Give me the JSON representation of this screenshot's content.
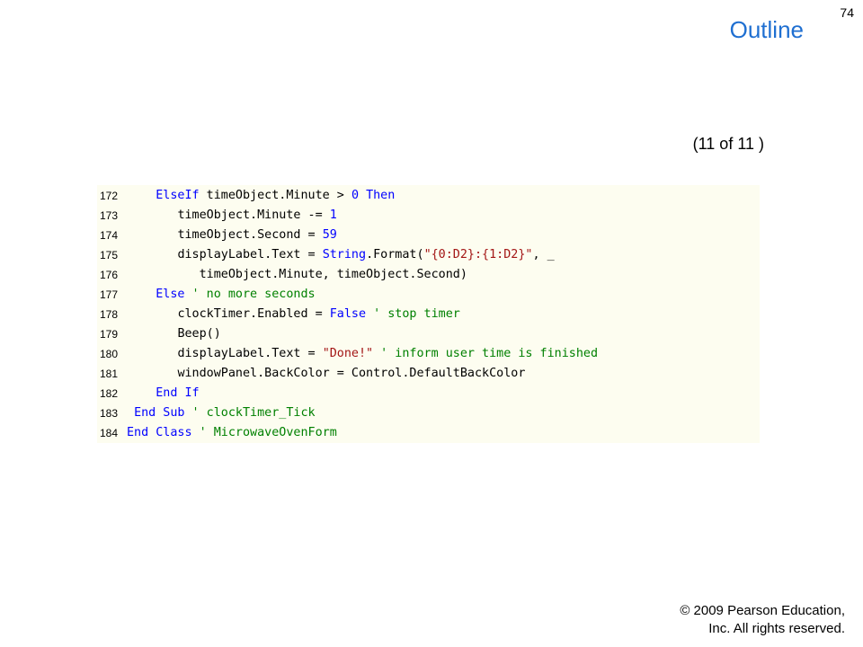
{
  "header": {
    "slide_number": "74",
    "title": "Outline",
    "page_indicator": "(11 of 11 )"
  },
  "code": {
    "lines": [
      {
        "number": "172",
        "indent": "    ",
        "tokens": [
          {
            "t": "ElseIf",
            "k": "kw"
          },
          {
            "t": " timeObject.Minute > ",
            "k": "pl"
          },
          {
            "t": "0",
            "k": "nm"
          },
          {
            "t": " ",
            "k": "pl"
          },
          {
            "t": "Then",
            "k": "kw"
          }
        ]
      },
      {
        "number": "173",
        "indent": "       ",
        "tokens": [
          {
            "t": "timeObject.Minute -= ",
            "k": "pl"
          },
          {
            "t": "1",
            "k": "nm"
          }
        ]
      },
      {
        "number": "174",
        "indent": "       ",
        "tokens": [
          {
            "t": "timeObject.Second = ",
            "k": "pl"
          },
          {
            "t": "59",
            "k": "nm"
          }
        ]
      },
      {
        "number": "175",
        "indent": "       ",
        "tokens": [
          {
            "t": "displayLabel.Text = ",
            "k": "pl"
          },
          {
            "t": "String",
            "k": "kw"
          },
          {
            "t": ".Format(",
            "k": "pl"
          },
          {
            "t": "\"{0:D2}:{1:D2}\"",
            "k": "st"
          },
          {
            "t": ", _",
            "k": "pl"
          }
        ]
      },
      {
        "number": "176",
        "indent": "          ",
        "tokens": [
          {
            "t": "timeObject.Minute, timeObject.Second)",
            "k": "pl"
          }
        ]
      },
      {
        "number": "177",
        "indent": "    ",
        "tokens": [
          {
            "t": "Else",
            "k": "kw"
          },
          {
            "t": " ' no more seconds",
            "k": "cm"
          }
        ]
      },
      {
        "number": "178",
        "indent": "       ",
        "tokens": [
          {
            "t": "clockTimer.Enabled = ",
            "k": "pl"
          },
          {
            "t": "False",
            "k": "kw"
          },
          {
            "t": " ' stop timer",
            "k": "cm"
          }
        ]
      },
      {
        "number": "179",
        "indent": "       ",
        "tokens": [
          {
            "t": "Beep()",
            "k": "pl"
          }
        ]
      },
      {
        "number": "180",
        "indent": "       ",
        "tokens": [
          {
            "t": "displayLabel.Text = ",
            "k": "pl"
          },
          {
            "t": "\"Done!\"",
            "k": "st"
          },
          {
            "t": " ' inform user time is finished",
            "k": "cm"
          }
        ]
      },
      {
        "number": "181",
        "indent": "       ",
        "tokens": [
          {
            "t": "windowPanel.BackColor = Control.DefaultBackColor",
            "k": "pl"
          }
        ]
      },
      {
        "number": "182",
        "indent": "    ",
        "tokens": [
          {
            "t": "End If",
            "k": "kw"
          }
        ]
      },
      {
        "number": "183",
        "indent": " ",
        "tokens": [
          {
            "t": "End Sub",
            "k": "kw"
          },
          {
            "t": " ' clockTimer_Tick",
            "k": "cm"
          }
        ]
      },
      {
        "number": "184",
        "indent": "",
        "tokens": [
          {
            "t": "End Class",
            "k": "kw"
          },
          {
            "t": " ' MicrowaveOvenForm",
            "k": "cm"
          }
        ]
      }
    ]
  },
  "footer": {
    "copyright_line1": "© 2009 Pearson Education,",
    "copyright_line2": "Inc.  All rights reserved."
  }
}
